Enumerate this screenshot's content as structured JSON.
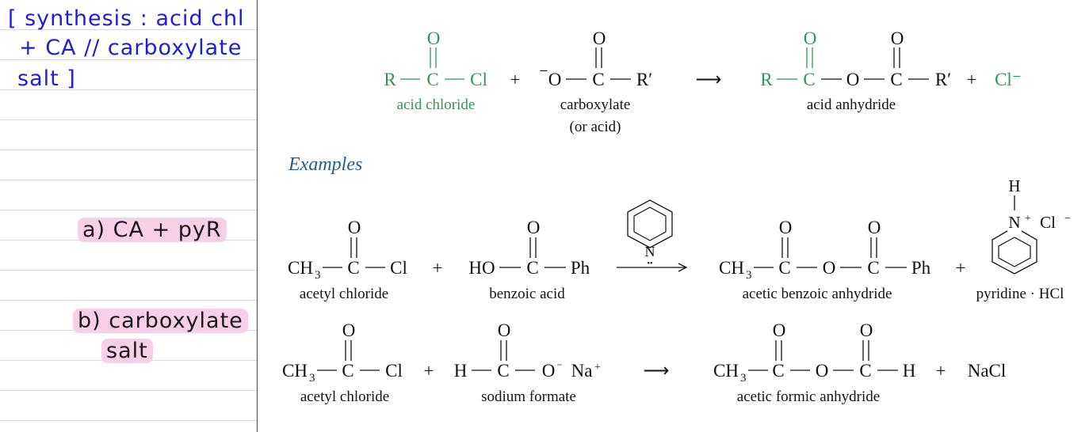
{
  "notes": {
    "heading_line1": "[ synthesis : acid chl",
    "heading_line2": "+ CA // carboxylate",
    "heading_line3": "salt ]",
    "item_a": "a) CA + pyR",
    "item_b_line1": "b) carboxylate",
    "item_b_line2": "salt"
  },
  "general": {
    "R": "R",
    "C": "C",
    "O": "O",
    "Cl": "Cl",
    "Rp": "R′",
    "neg": "⁻",
    "plus": "+",
    "arrow": "⟶",
    "cl_ion": "Cl⁻",
    "acid_chloride": "acid chloride",
    "carboxylate": "carboxylate",
    "or_acid": "(or acid)",
    "acid_anhydride": "acid anhydride"
  },
  "examples_heading": "Examples",
  "ex1": {
    "CH": "CH",
    "sub3": "3",
    "Ph": "Ph",
    "HO": "HO",
    "N": "N",
    "H": "H",
    "Cl": "Cl",
    "minus": "−",
    "plusion": "+",
    "dots": "••",
    "acetyl_chloride": "acetyl chloride",
    "benzoic_acid": "benzoic acid",
    "acetic_benzoic_anhydride": "acetic benzoic anhydride",
    "pyridine_hcl": "pyridine · HCl"
  },
  "ex2": {
    "Na": "Na",
    "NaCl": "NaCl",
    "acetyl_chloride": "acetyl chloride",
    "sodium_formate": "sodium formate",
    "acetic_formic_anhydride": "acetic formic anhydride"
  },
  "colors": {
    "green": "#2e9653",
    "blue_ink": "#1d1dd6",
    "highlight": "#f7cfe6",
    "examples_blue": "#2a5a8c"
  }
}
